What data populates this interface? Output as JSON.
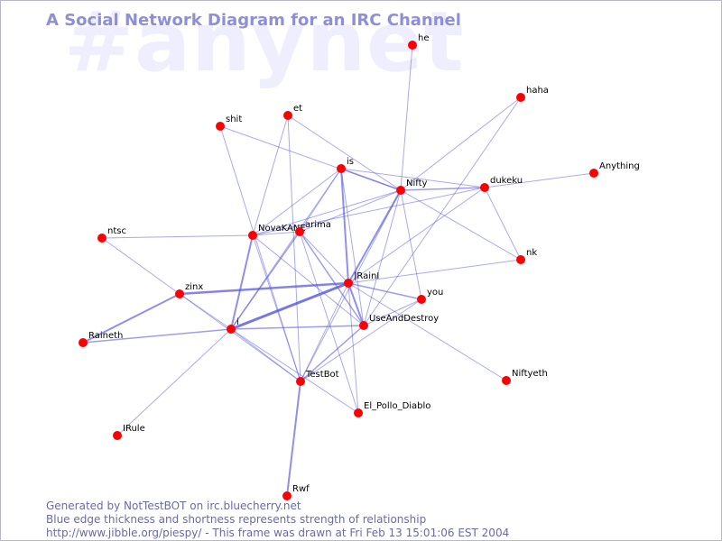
{
  "watermark": "#anynet",
  "title": "A Social Network Diagram for an IRC Channel",
  "footer": {
    "line1": "Generated by NotTestBOT on irc.bluecherry.net",
    "line2": "Blue edge thickness and shortness represents strength of relationship",
    "line3": "http://www.jibble.org/piespy/ - This frame was drawn at Fri Feb 13 15:01:06 EST 2004"
  },
  "colors": {
    "node": "#ff0000",
    "edge": "#5555dd",
    "title": "#8f8fd6",
    "watermark": "#eeeeff",
    "footer": "#6a6aa6"
  },
  "nodes": [
    {
      "id": "he",
      "label": "he"
    },
    {
      "id": "haha",
      "label": "haha"
    },
    {
      "id": "et",
      "label": "et"
    },
    {
      "id": "shit",
      "label": "shit"
    },
    {
      "id": "is",
      "label": "is"
    },
    {
      "id": "nifty",
      "label": "Nifty"
    },
    {
      "id": "dukeku",
      "label": "dukeku"
    },
    {
      "id": "anything",
      "label": "Anything"
    },
    {
      "id": "ntsc",
      "label": "ntsc"
    },
    {
      "id": "novakane",
      "label": "NovaKANE"
    },
    {
      "id": "arima",
      "label": "arima"
    },
    {
      "id": "nk",
      "label": "nk"
    },
    {
      "id": "iraini",
      "label": "|RainI"
    },
    {
      "id": "zinx",
      "label": "zinx"
    },
    {
      "id": "you",
      "label": "you"
    },
    {
      "id": "i",
      "label": "i"
    },
    {
      "id": "useanddestroy",
      "label": "UseAndDestroy"
    },
    {
      "id": "raineth",
      "label": "Raineth"
    },
    {
      "id": "testbot",
      "label": "TestBot"
    },
    {
      "id": "niftyeth",
      "label": "Niftyeth"
    },
    {
      "id": "el_pollo_diablo",
      "label": "El_Pollo_Diablo"
    },
    {
      "id": "irule",
      "label": "IRule"
    },
    {
      "id": "rwf",
      "label": "Rwf"
    }
  ],
  "edges": [
    {
      "a": "he",
      "b": "nifty",
      "w": 1
    },
    {
      "a": "haha",
      "b": "nifty",
      "w": 1
    },
    {
      "a": "haha",
      "b": "useanddestroy",
      "w": 1
    },
    {
      "a": "et",
      "b": "novakane",
      "w": 1
    },
    {
      "a": "et",
      "b": "testbot",
      "w": 1
    },
    {
      "a": "et",
      "b": "nifty",
      "w": 1
    },
    {
      "a": "shit",
      "b": "nifty",
      "w": 1
    },
    {
      "a": "shit",
      "b": "testbot",
      "w": 1
    },
    {
      "a": "is",
      "b": "nifty",
      "w": 1.5
    },
    {
      "a": "is",
      "b": "dukeku",
      "w": 1
    },
    {
      "a": "is",
      "b": "novakane",
      "w": 1
    },
    {
      "a": "is",
      "b": "arima",
      "w": 1
    },
    {
      "a": "is",
      "b": "iraini",
      "w": 2
    },
    {
      "a": "is",
      "b": "i",
      "w": 1
    },
    {
      "a": "is",
      "b": "useanddestroy",
      "w": 1
    },
    {
      "a": "nifty",
      "b": "dukeku",
      "w": 1.5
    },
    {
      "a": "nifty",
      "b": "novakane",
      "w": 1
    },
    {
      "a": "nifty",
      "b": "arima",
      "w": 1
    },
    {
      "a": "nifty",
      "b": "iraini",
      "w": 2
    },
    {
      "a": "nifty",
      "b": "nk",
      "w": 1
    },
    {
      "a": "nifty",
      "b": "you",
      "w": 1
    },
    {
      "a": "nifty",
      "b": "useanddestroy",
      "w": 1
    },
    {
      "a": "nifty",
      "b": "testbot",
      "w": 1
    },
    {
      "a": "dukeku",
      "b": "anything",
      "w": 1
    },
    {
      "a": "dukeku",
      "b": "novakane",
      "w": 1
    },
    {
      "a": "dukeku",
      "b": "nk",
      "w": 1
    },
    {
      "a": "dukeku",
      "b": "iraini",
      "w": 1
    },
    {
      "a": "ntsc",
      "b": "novakane",
      "w": 1
    },
    {
      "a": "ntsc",
      "b": "zinx",
      "w": 1
    },
    {
      "a": "novakane",
      "b": "arima",
      "w": 1
    },
    {
      "a": "novakane",
      "b": "i",
      "w": 2
    },
    {
      "a": "novakane",
      "b": "useanddestroy",
      "w": 1
    },
    {
      "a": "novakane",
      "b": "testbot",
      "w": 1
    },
    {
      "a": "arima",
      "b": "iraini",
      "w": 1
    },
    {
      "a": "arima",
      "b": "i",
      "w": 1.5
    },
    {
      "a": "arima",
      "b": "useanddestroy",
      "w": 1.5
    },
    {
      "a": "arima",
      "b": "el_pollo_diablo",
      "w": 1
    },
    {
      "a": "iraini",
      "b": "nk",
      "w": 1
    },
    {
      "a": "iraini",
      "b": "zinx",
      "w": 2.5
    },
    {
      "a": "iraini",
      "b": "i",
      "w": 3
    },
    {
      "a": "iraini",
      "b": "you",
      "w": 1.5
    },
    {
      "a": "iraini",
      "b": "useanddestroy",
      "w": 2
    },
    {
      "a": "iraini",
      "b": "testbot",
      "w": 1
    },
    {
      "a": "iraini",
      "b": "niftyeth",
      "w": 1
    },
    {
      "a": "iraini",
      "b": "el_pollo_diablo",
      "w": 1
    },
    {
      "a": "zinx",
      "b": "raineth",
      "w": 2
    },
    {
      "a": "zinx",
      "b": "i",
      "w": 1
    },
    {
      "a": "zinx",
      "b": "testbot",
      "w": 1
    },
    {
      "a": "i",
      "b": "raineth",
      "w": 1.5
    },
    {
      "a": "i",
      "b": "useanddestroy",
      "w": 1.5
    },
    {
      "a": "i",
      "b": "testbot",
      "w": 1
    },
    {
      "a": "i",
      "b": "el_pollo_diablo",
      "w": 1
    },
    {
      "a": "i",
      "b": "irule",
      "w": 1
    },
    {
      "a": "you",
      "b": "useanddestroy",
      "w": 1
    },
    {
      "a": "you",
      "b": "testbot",
      "w": 1
    },
    {
      "a": "useanddestroy",
      "b": "testbot",
      "w": 1.5
    },
    {
      "a": "testbot",
      "b": "rwf",
      "w": 2
    }
  ]
}
